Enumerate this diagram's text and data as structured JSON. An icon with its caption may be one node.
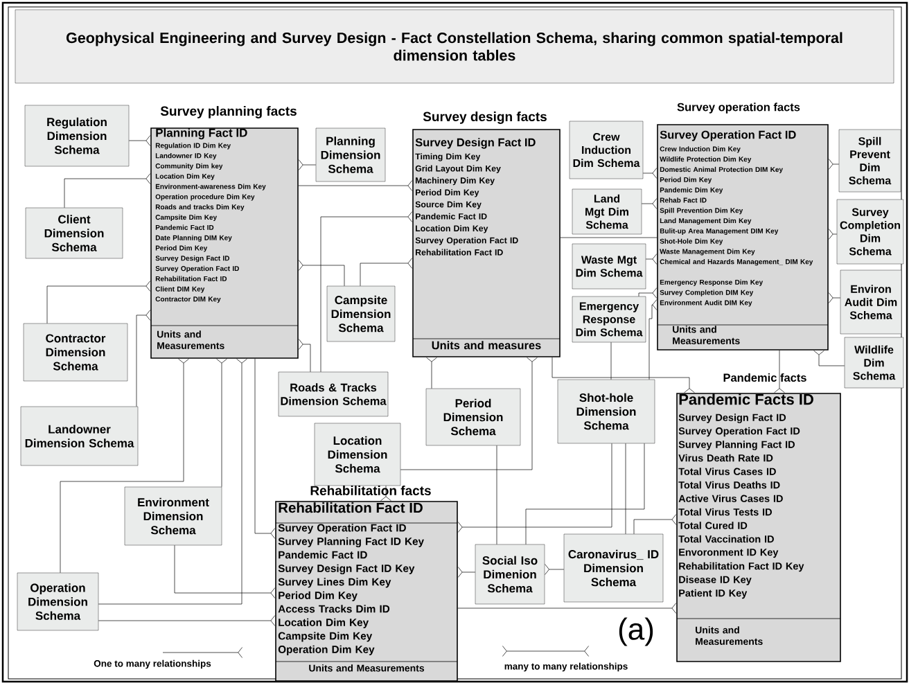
{
  "diagram": {
    "title": "Geophysical Engineering and Survey Design - Fact Constellation Schema, sharing common spatial-temporal dimension tables",
    "nodes": [
      {
        "text": [
          "Regulation Dimension Schema"
        ]
      },
      {
        "text": [
          "Survey planning facts",
          "Planning Fact ID",
          "Regulation ID Dim Key",
          "Landowner ID Key",
          "Community Dim key",
          "Location Dim Key",
          "Environment-awareness Dim Key",
          "Operation procedure Dim Key",
          "Roads and tracks Dim Key",
          "Campsite Dim Key",
          "Pandemic Fact ID",
          "Date Planning DIM Key",
          "Period Dim Key",
          "Survey Design Fact ID",
          "Survey Operation Fact ID",
          "Rehabilitation Fact ID",
          "Client DIM Key",
          "Contractor DIM Key",
          "Units and Measurements"
        ]
      },
      {
        "text": [
          "Planning Dimension Schema"
        ]
      },
      {
        "text": [
          "Client Dimension Schema"
        ]
      },
      {
        "text": [
          "Contractor Dimension Schema"
        ]
      },
      {
        "text": [
          "Landowner Dimension Schema"
        ]
      },
      {
        "text": [
          "Survey design facts",
          "Survey Design Fact ID",
          "Timing Dim Key",
          "Grid Layout Dim Key",
          "Machinery Dim Key",
          "Period Dim Key",
          "Source Dim Key",
          "Pandemic Fact ID",
          "Location Dim Key",
          "Survey Operation Fact ID",
          "Rehabilitation Fact ID",
          "Units and measures"
        ]
      },
      {
        "text": [
          "Campsite Dimension Schema"
        ]
      },
      {
        "text": [
          "Roads & Tracks Dimension Schema"
        ]
      },
      {
        "text": [
          "Crew Induction Dim Schema"
        ]
      },
      {
        "text": [
          "Land Mgt Dim Schema"
        ]
      },
      {
        "text": [
          "Waste Mgt Dim Schema"
        ]
      },
      {
        "text": [
          "Emergency Response Dim Schema"
        ]
      },
      {
        "text": [
          "Survey operation facts",
          "Survey Operation Fact ID",
          "Crew Induction Dim Key",
          "Wildlife Protection Dim Key",
          "Domestic Animal Protection DIM Key",
          "Period Dim Key",
          "Pandemic Dim Key",
          "Rehab Fact ID",
          "Spill Prevention Dim Key",
          "Land Management Dim Key",
          "Bulit-up Area Management DIM Key",
          "Shot-Hole Dim Key",
          "Waste Management Dim Key",
          "Chemical and Hazards Management_ DIM Key",
          "Emergency Response Dim Key",
          "Survey Completion DIM Key",
          "Environment Audit DIM Key",
          "Units and Measurements"
        ]
      },
      {
        "text": [
          "Spill Prevent Dim Schema"
        ]
      },
      {
        "text": [
          "Survey Completion Dim Schema"
        ]
      },
      {
        "text": [
          "Environ Audit Dim Schema"
        ]
      },
      {
        "text": [
          "Wildlife Dim Schema"
        ]
      },
      {
        "text": [
          "Period Dimension Schema"
        ]
      },
      {
        "text": [
          "Shot-hole Dimension Schema"
        ]
      },
      {
        "text": [
          "Pandemic facts",
          "Pandemic Facts ID",
          "Survey Design Fact ID",
          "Survey Operation Fact ID",
          "Survey Planning Fact ID",
          "Virus Death Rate ID",
          "Total Virus Cases ID",
          "Total Virus Deaths ID",
          "Active Virus Cases ID",
          "Total Virus Tests ID",
          "Total Cured ID",
          "Total Vaccination ID",
          "Envoronment ID Key",
          "Rehabilitation Fact ID Key",
          "Disease ID Key",
          "Patient ID Key",
          "Units and Measurements"
        ]
      },
      {
        "text": [
          "Location Dimension Schema"
        ]
      },
      {
        "text": [
          "Environment Dimension Schema"
        ]
      },
      {
        "text": [
          "Rehabilitation facts",
          "Rehabilitation Fact ID",
          "Survey Operation Fact ID",
          "Survey Planning Fact ID Key",
          "Pandemic Fact ID",
          "Survey Design Fact ID Key",
          "Survey Lines Dim Key",
          "Period Dim Key",
          "Access Tracks Dim ID",
          "Location Dim Key",
          "Campsite Dim Key",
          "Operation Dim Key",
          "Units and Measurements"
        ]
      },
      {
        "text": [
          "Operation Dimension Schema"
        ]
      },
      {
        "text": [
          "Social Iso Dimenion Schema"
        ]
      },
      {
        "text": [
          "Caronavirus_ ID Dimension Schema"
        ]
      }
    ],
    "edges": [
      {
        "from": 0,
        "to": 1,
        "arrow": "other"
      },
      {
        "from": 3,
        "to": 1,
        "arrow": "other"
      },
      {
        "from": 4,
        "to": 1,
        "arrow": "other"
      },
      {
        "from": 2,
        "to": 1,
        "arrow": "other"
      },
      {
        "from": 1,
        "to": 6,
        "arrow": "other"
      },
      {
        "from": 7,
        "to": 1,
        "arrow": "other"
      },
      {
        "from": 7,
        "to": 6,
        "arrow": "other"
      },
      {
        "from": 8,
        "to": 6,
        "arrow": "other"
      },
      {
        "from": 8,
        "to": 1,
        "arrow": "other"
      },
      {
        "from": 5,
        "to": 1,
        "arrow": "other"
      },
      {
        "from": 24,
        "to": 1,
        "arrow": "other"
      },
      {
        "from": 22,
        "to": 1,
        "arrow": "other"
      },
      {
        "from": 24,
        "to": 23,
        "arrow": "other"
      },
      {
        "from": 22,
        "to": 23,
        "arrow": "other"
      },
      {
        "from": 24,
        "to": 1,
        "arrow": "other"
      },
      {
        "from": 1,
        "to": 23,
        "arrow": "other"
      },
      {
        "from": 21,
        "to": 23,
        "arrow": "other"
      },
      {
        "from": 21,
        "to": 6,
        "arrow": "other"
      },
      {
        "from": 9,
        "to": 13,
        "arrow": "other"
      },
      {
        "from": 10,
        "to": 13,
        "arrow": "other"
      },
      {
        "from": 11,
        "to": 13,
        "arrow": "other"
      },
      {
        "from": 12,
        "to": 13,
        "arrow": "other"
      },
      {
        "from": 19,
        "to": 13,
        "arrow": "other"
      },
      {
        "from": 14,
        "to": 13,
        "arrow": "other"
      },
      {
        "from": 15,
        "to": 13,
        "arrow": "other"
      },
      {
        "from": 16,
        "to": 13,
        "arrow": "other"
      },
      {
        "from": 17,
        "to": 13,
        "arrow": "other"
      },
      {
        "from": 6,
        "to": 13,
        "arrow": "none"
      },
      {
        "from": 13,
        "to": 20,
        "arrow": "other"
      },
      {
        "from": 6,
        "to": 20,
        "arrow": "other"
      },
      {
        "from": 19,
        "to": 23,
        "arrow": "other"
      },
      {
        "from": 19,
        "to": 25,
        "arrow": "none"
      },
      {
        "from": 19,
        "to": 26,
        "arrow": "none"
      },
      {
        "from": 18,
        "to": 25,
        "arrow": "none"
      },
      {
        "from": 25,
        "to": 23,
        "arrow": "other"
      },
      {
        "from": 26,
        "to": 25,
        "arrow": "other"
      },
      {
        "from": 26,
        "to": 20,
        "arrow": "other"
      },
      {
        "from": 23,
        "to": 20,
        "arrow": "other"
      },
      {
        "from": 12,
        "to": 19,
        "arrow": "none"
      },
      {
        "from": 18,
        "to": 6,
        "arrow": "other"
      }
    ],
    "labels": [
      "(a)"
    ],
    "legend": [
      {
        "text": "One to many relationships"
      },
      {
        "text": "many to many relationships"
      }
    ]
  }
}
